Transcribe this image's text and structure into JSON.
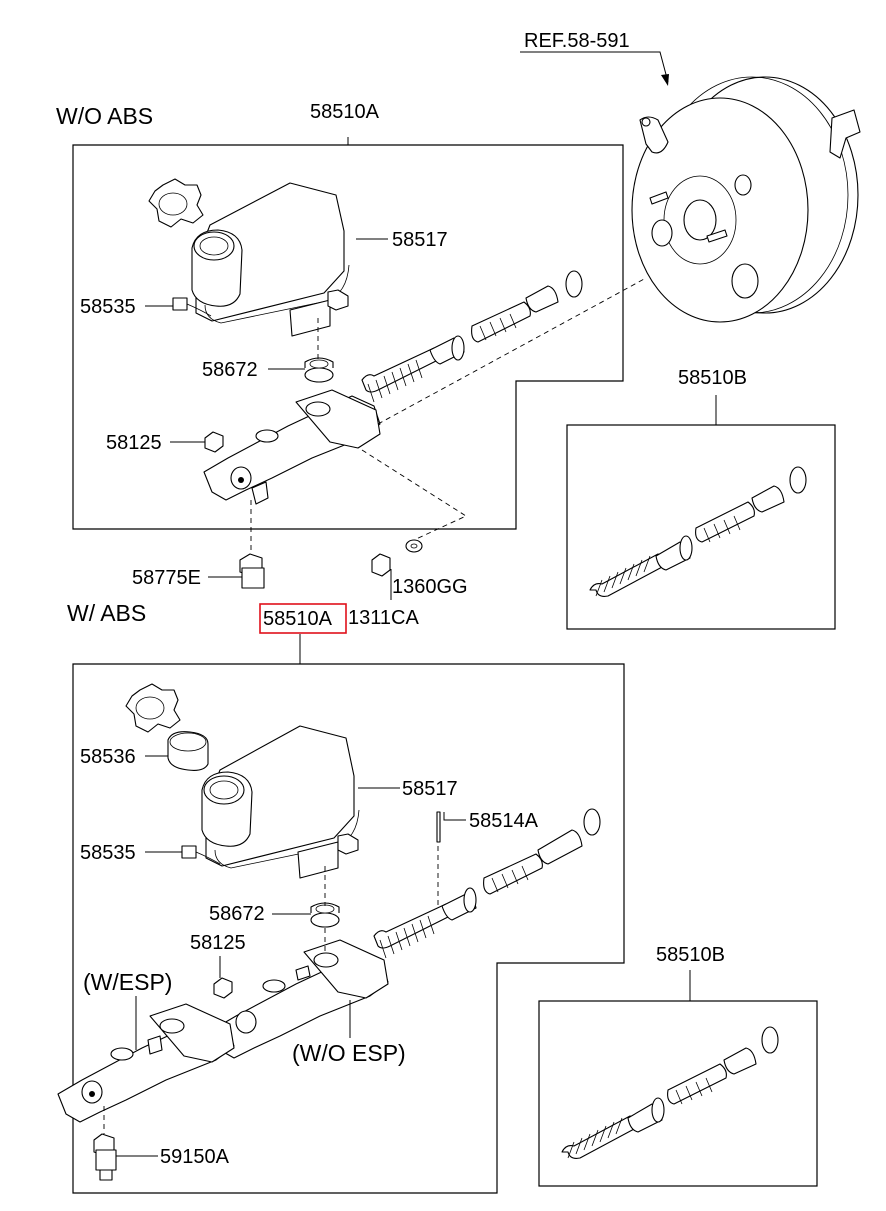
{
  "sections": {
    "wo_abs": "W/O ABS",
    "w_abs": "W/ ABS"
  },
  "labels": {
    "ref": "REF.58-591",
    "assy_top": "58510A",
    "assy_bottom": "58510A",
    "reservoir_top": "58517",
    "reservoir_bottom": "58517",
    "sensor_top": "58535",
    "sensor_bottom": "58535",
    "grommet_top": "58672",
    "grommet_bottom": "58672",
    "plug_top": "58125",
    "plug_bottom": "58125",
    "fitting": "58775E",
    "washer": "1360GG",
    "nut": "1311CA",
    "kit_top": "58510B",
    "kit_bottom": "58510B",
    "strainer": "58536",
    "pin": "58514A",
    "w_esp": "(W/ESP)",
    "wo_esp": "(W/O ESP)",
    "sensor_esp": "59150A"
  },
  "highlight": {
    "color": "#e0101a",
    "target": "58510A"
  }
}
